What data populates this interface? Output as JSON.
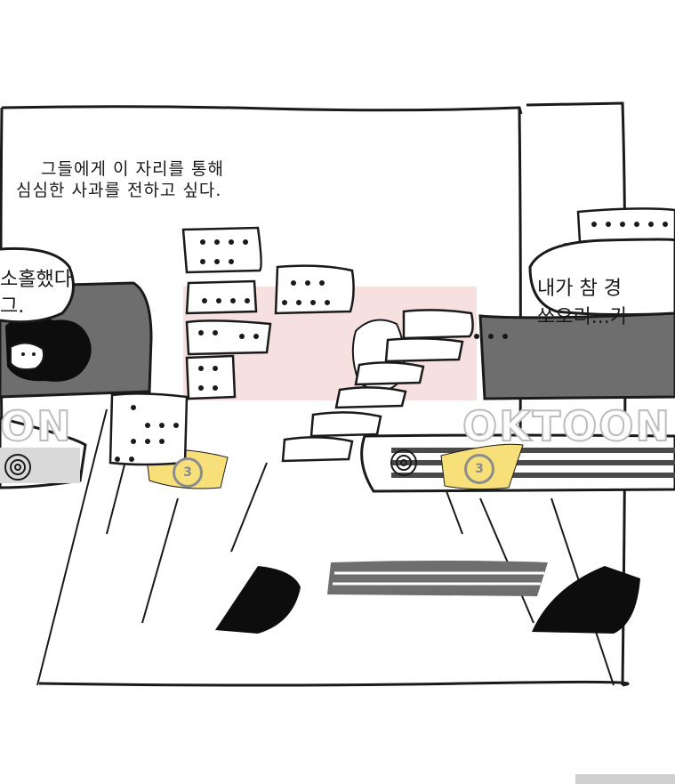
{
  "comic": {
    "narration": [
      "그들에게 이 자리를 통해",
      "심심한 사과를 전하고 싶다."
    ],
    "left_bubble_lines": [
      "소홀했다",
      "그."
    ],
    "right_bubble_lines": [
      "내가 참 경",
      "쏘오리...가"
    ],
    "watermark_right": "OKTOON",
    "watermark_left": "ON",
    "yellow_badge_mark": "3"
  },
  "colors": {
    "line": "#1a1a1a",
    "gray_fill": "#6e6e6e",
    "dark_fill": "#0d0d0d",
    "pink_tint": "#f6dada",
    "yellow_tag": "#f7e07a",
    "watermark_stroke": "#bdbdbd"
  }
}
